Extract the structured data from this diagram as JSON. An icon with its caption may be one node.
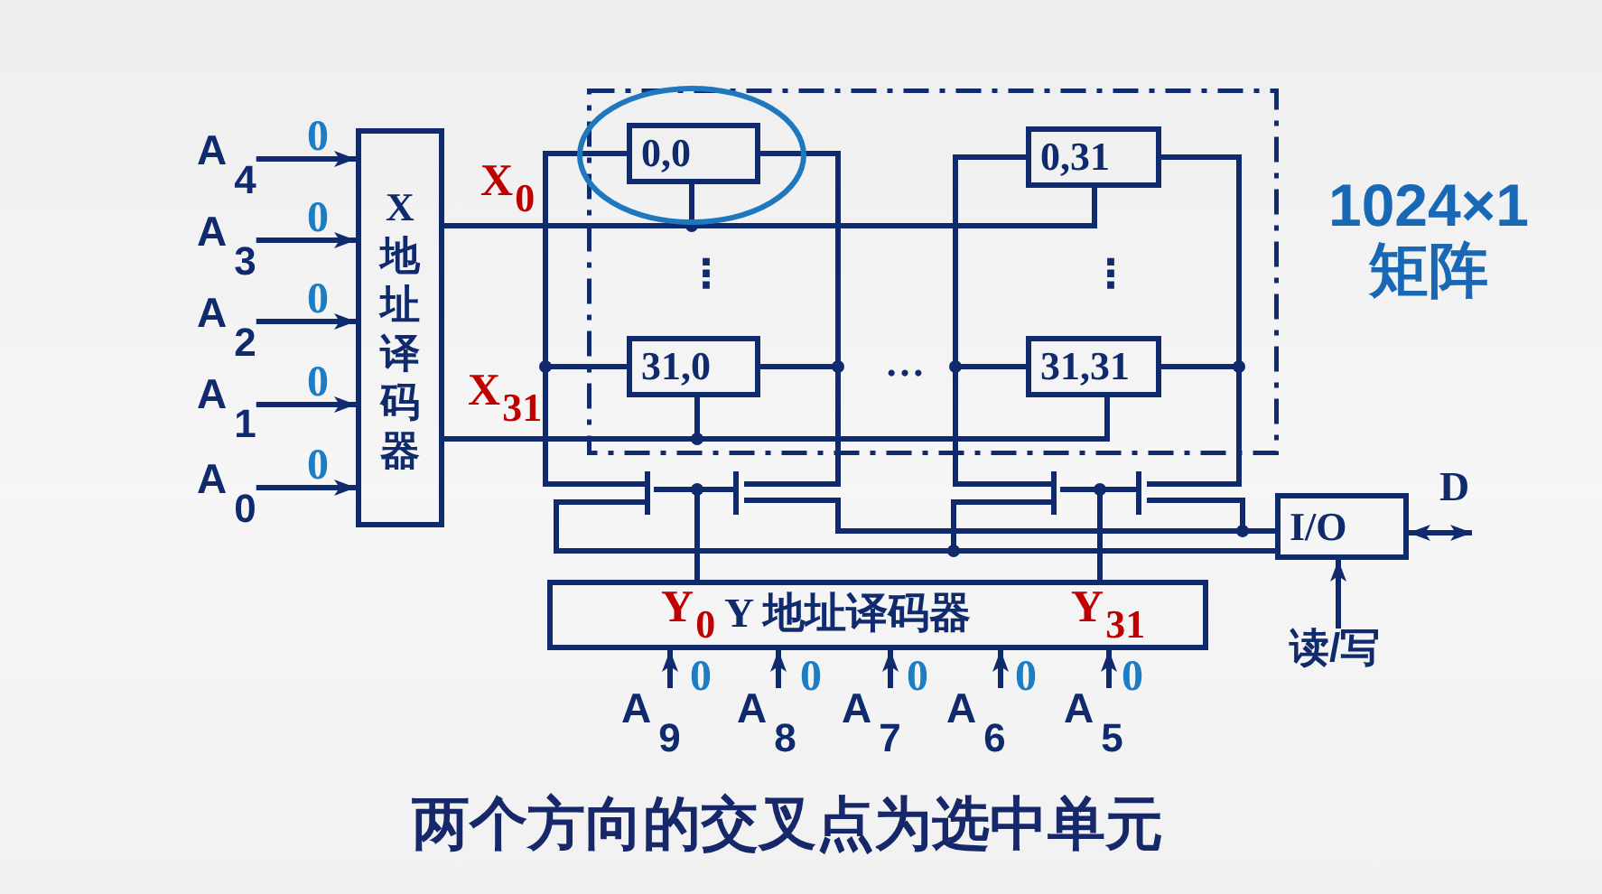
{
  "diagram": {
    "caption": "两个方向的交叉点为选中单元",
    "nodes": [
      {
        "text": [
          "A$_{4}$"
        ]
      },
      {
        "text": [
          "A$_{3}$"
        ]
      },
      {
        "text": [
          "A$_{2}$"
        ]
      },
      {
        "text": [
          "A$_{1}$"
        ]
      },
      {
        "text": [
          "A$_{0}$"
        ]
      },
      {
        "text": [
          "X 地址译码器"
        ]
      },
      {
        "text": [
          "1024×1 矩阵"
        ]
      },
      {
        "text": [
          "0,0"
        ],
        "in": 6
      },
      {
        "text": [
          "0,31"
        ],
        "in": 6
      },
      {
        "text": [
          "31,0"
        ],
        "in": 6
      },
      {
        "text": [
          "31,31"
        ],
        "in": 6
      },
      {
        "text": [],
        "shape": "transistor"
      },
      {
        "text": [],
        "shape": "transistor"
      },
      {
        "text": [
          "I/O"
        ]
      },
      {
        "text": [
          "Y$_{0}$",
          "Y 地址译码器",
          "Y$_{31}$"
        ]
      },
      {
        "text": [
          "读/写"
        ]
      },
      {
        "text": [
          "A$_{9}$"
        ]
      },
      {
        "text": [
          "A$_{8}$"
        ]
      },
      {
        "text": [
          "A$_{7}$"
        ]
      },
      {
        "text": [
          "A$_{6}$"
        ]
      },
      {
        "text": [
          "A$_{5}$"
        ]
      }
    ],
    "edges": [
      {
        "from": 0,
        "to": 5,
        "arrow": "to",
        "label": "0"
      },
      {
        "from": 1,
        "to": 5,
        "arrow": "to",
        "label": "0"
      },
      {
        "from": 2,
        "to": 5,
        "arrow": "to",
        "label": "0"
      },
      {
        "from": 3,
        "to": 5,
        "arrow": "to",
        "label": "0"
      },
      {
        "from": 4,
        "to": 5,
        "arrow": "to",
        "label": "0"
      },
      {
        "from": 5,
        "to": 7,
        "arrow": "none",
        "label": "X$_{0}$"
      },
      {
        "from": 5,
        "to": 8,
        "arrow": "none"
      },
      {
        "from": 5,
        "to": 9,
        "arrow": "none",
        "label": "X$_{31}$"
      },
      {
        "from": 5,
        "to": 10,
        "arrow": "none"
      },
      {
        "from": 7,
        "to": 11,
        "arrow": "none"
      },
      {
        "from": 9,
        "to": 11,
        "arrow": "none"
      },
      {
        "from": 7,
        "to": 11,
        "arrow": "none"
      },
      {
        "from": 9,
        "to": 11,
        "arrow": "none"
      },
      {
        "from": 8,
        "to": 12,
        "arrow": "none"
      },
      {
        "from": 10,
        "to": 12,
        "arrow": "none"
      },
      {
        "from": 8,
        "to": 12,
        "arrow": "none"
      },
      {
        "from": 10,
        "to": 12,
        "arrow": "none"
      },
      {
        "from": 11,
        "to": 13,
        "arrow": "none"
      },
      {
        "from": 11,
        "to": 13,
        "arrow": "none"
      },
      {
        "from": 12,
        "to": 13,
        "arrow": "none"
      },
      {
        "from": 12,
        "to": 13,
        "arrow": "none"
      },
      {
        "from": 14,
        "to": 11,
        "arrow": "none"
      },
      {
        "from": 14,
        "to": 12,
        "arrow": "none"
      },
      {
        "from": 15,
        "to": 13,
        "arrow": "to"
      },
      {
        "from": 13,
        "to": null,
        "arrow": "both",
        "label": "D"
      },
      {
        "from": 16,
        "to": 14,
        "arrow": "to",
        "label": "0"
      },
      {
        "from": 17,
        "to": 14,
        "arrow": "to",
        "label": "0"
      },
      {
        "from": 18,
        "to": 14,
        "arrow": "to",
        "label": "0"
      },
      {
        "from": 19,
        "to": 14,
        "arrow": "to",
        "label": "0"
      },
      {
        "from": 20,
        "to": 14,
        "arrow": "to",
        "label": "0"
      }
    ],
    "labels": [
      "⋮",
      "⋮",
      "…"
    ]
  }
}
